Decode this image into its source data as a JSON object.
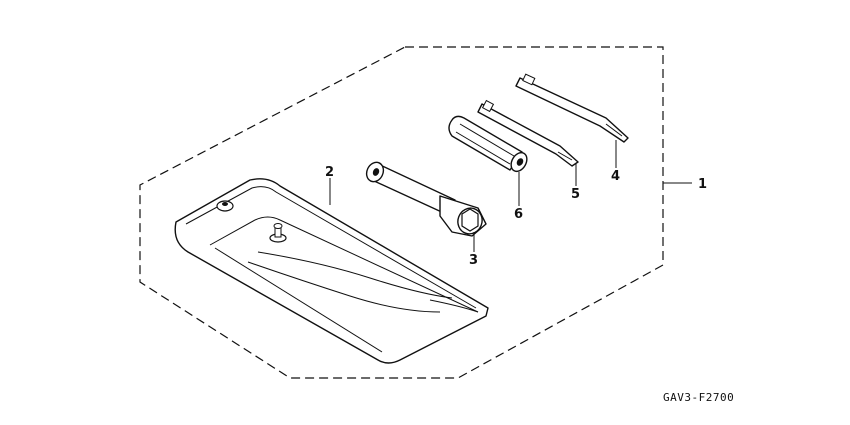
{
  "diagram": {
    "callouts": {
      "c1": "1",
      "c2": "2",
      "c3": "3",
      "c4": "4",
      "c5": "5",
      "c6": "6"
    },
    "reference_code": "GAV3-F2700"
  }
}
